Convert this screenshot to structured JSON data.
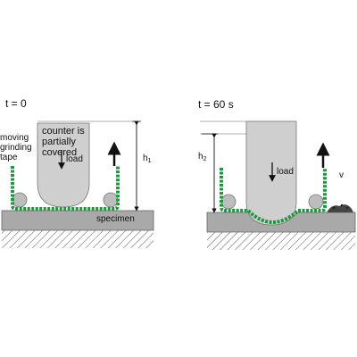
{
  "colors": {
    "tape": "#1a9a3c",
    "tape_dark": "#0d6b26",
    "counter": "#cfcfcf",
    "specimen": "#a9a9a9",
    "roller": "#bdbdbd",
    "line": "#111111"
  },
  "left_panel": {
    "time_label": "t = 0",
    "tape_label": [
      "moving",
      "grinding",
      "tape"
    ],
    "counter_label": [
      "counter is",
      "partially",
      "covered"
    ],
    "load_label": "load",
    "height_label": "h",
    "height_subscript": "1",
    "specimen_label": "specimen"
  },
  "right_panel": {
    "time_label": "t = 60 s",
    "load_label": "load",
    "height_label": "h",
    "height_subscript": "2",
    "velocity_label": "v"
  }
}
